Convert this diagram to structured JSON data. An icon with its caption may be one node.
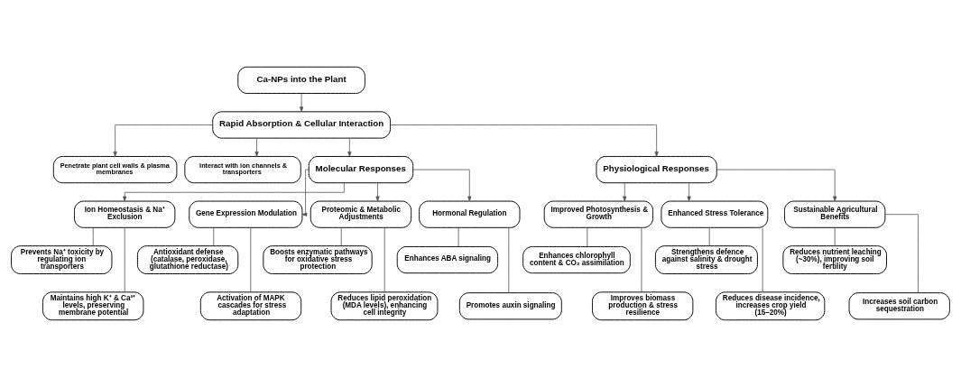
{
  "diagram": {
    "nodes": [
      {
        "text": [
          "Ca-NPs into the Plant"
        ]
      },
      {
        "text": [
          "Rapid Absorption & Cellular Interaction"
        ]
      },
      {
        "text": [
          "Penetrate plant cell walls & plasma membranes"
        ]
      },
      {
        "text": [
          "Interact with ion channels & transporters"
        ]
      },
      {
        "text": [
          "Molecular Responses"
        ]
      },
      {
        "text": [
          "Physiological Responses"
        ]
      },
      {
        "text": [
          "Ion Homeostasis & Na⁺ Exclusion"
        ]
      },
      {
        "text": [
          "Gene Expression Modulation"
        ]
      },
      {
        "text": [
          "Proteomic & Metabolic Adjustments"
        ]
      },
      {
        "text": [
          "Hormonal Regulation"
        ]
      },
      {
        "text": [
          "Improved Photosynthesis & Growth"
        ]
      },
      {
        "text": [
          "Enhanced Stress Tolerance"
        ]
      },
      {
        "text": [
          "Sustainable Agricultural Benefits"
        ]
      },
      {
        "text": [
          "Prevents Na⁺ toxicity by regulating ion transporters"
        ]
      },
      {
        "text": [
          "Antioxidant defense (catalase, peroxidase, glutathione reductase)"
        ]
      },
      {
        "text": [
          "Boosts enzymatic pathways for oxidative stress protection"
        ]
      },
      {
        "text": [
          "Enhances ABA signaling"
        ]
      },
      {
        "text": [
          "Enhances chlorophyll content & CO₂ assimilation"
        ]
      },
      {
        "text": [
          "Strengthens defence against salinity & drought stress"
        ]
      },
      {
        "text": [
          "Reduces nutrient leaching (~30%), improving soil fertility"
        ]
      },
      {
        "text": [
          "Maintains high K⁺ & Ca²⁺ levels, preserving membrane potential"
        ]
      },
      {
        "text": [
          "Activation of MAPK cascades for stress adaptation"
        ]
      },
      {
        "text": [
          "Reduces lipid peroxidation (MDA levels), enhancing cell integrity"
        ]
      },
      {
        "text": [
          "Promotes auxin signaling"
        ]
      },
      {
        "text": [
          "Improves biomass production & stress resilience"
        ]
      },
      {
        "text": [
          "Reduces disease incidence, increases crop yield (15–20%)"
        ]
      },
      {
        "text": [
          "Increases soil carbon sequestration"
        ]
      }
    ],
    "edges": [
      {
        "from": 0,
        "to": 1,
        "arrow": "to"
      },
      {
        "from": 1,
        "to": 2,
        "arrow": "to"
      },
      {
        "from": 1,
        "to": 3,
        "arrow": "to"
      },
      {
        "from": 1,
        "to": 4,
        "arrow": "to"
      },
      {
        "from": 1,
        "to": 5,
        "arrow": "to"
      },
      {
        "from": 4,
        "to": 6,
        "arrow": "to"
      },
      {
        "from": 4,
        "to": 7,
        "arrow": "to"
      },
      {
        "from": 4,
        "to": 8,
        "arrow": "to"
      },
      {
        "from": 4,
        "to": 9,
        "arrow": "to"
      },
      {
        "from": 5,
        "to": 10,
        "arrow": "to"
      },
      {
        "from": 5,
        "to": 11,
        "arrow": "to"
      },
      {
        "from": 5,
        "to": 12,
        "arrow": "to"
      },
      {
        "from": 6,
        "to": 13,
        "arrow": "none"
      },
      {
        "from": 6,
        "to": 20,
        "arrow": "none"
      },
      {
        "from": 7,
        "to": 14,
        "arrow": "none"
      },
      {
        "from": 7,
        "to": 21,
        "arrow": "none"
      },
      {
        "from": 8,
        "to": 15,
        "arrow": "none"
      },
      {
        "from": 8,
        "to": 22,
        "arrow": "none"
      },
      {
        "from": 9,
        "to": 16,
        "arrow": "none"
      },
      {
        "from": 9,
        "to": 23,
        "arrow": "none"
      },
      {
        "from": 10,
        "to": 17,
        "arrow": "none"
      },
      {
        "from": 10,
        "to": 24,
        "arrow": "none"
      },
      {
        "from": 11,
        "to": 18,
        "arrow": "none"
      },
      {
        "from": 11,
        "to": 25,
        "arrow": "none"
      },
      {
        "from": 12,
        "to": 19,
        "arrow": "none"
      },
      {
        "from": 12,
        "to": 26,
        "arrow": "none"
      }
    ]
  }
}
